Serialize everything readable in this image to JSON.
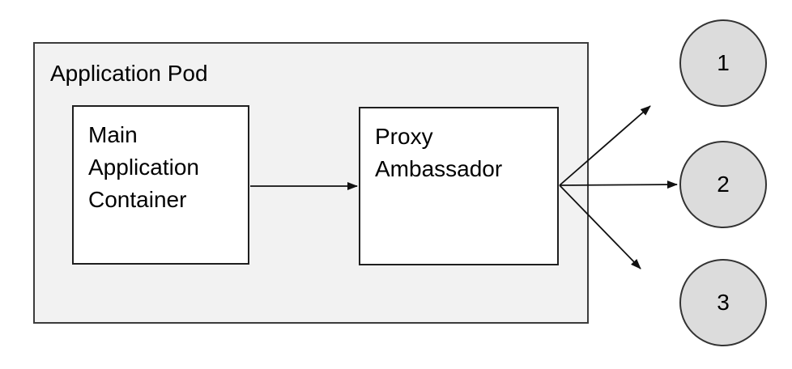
{
  "pod": {
    "label": "Application Pod"
  },
  "nodes": {
    "main": {
      "label": "Main\nApplication\nContainer"
    },
    "proxy": {
      "label": "Proxy\nAmbassador"
    }
  },
  "endpoints": [
    {
      "label": "1"
    },
    {
      "label": "2"
    },
    {
      "label": "3"
    }
  ],
  "edges": [
    {
      "from": "main-application-container",
      "to": "proxy-ambassador"
    },
    {
      "from": "proxy-ambassador",
      "to": "endpoint-1"
    },
    {
      "from": "proxy-ambassador",
      "to": "endpoint-2"
    },
    {
      "from": "proxy-ambassador",
      "to": "endpoint-3"
    }
  ],
  "colors": {
    "pod_fill": "#f2f2f2",
    "pod_border": "#3c3c3c",
    "node_fill": "#ffffff",
    "node_border": "#1f1f1f",
    "circle_fill": "#dcdcdc",
    "circle_border": "#333333",
    "arrow": "#111111",
    "text": "#000000",
    "canvas_bg": "#ffffff"
  }
}
